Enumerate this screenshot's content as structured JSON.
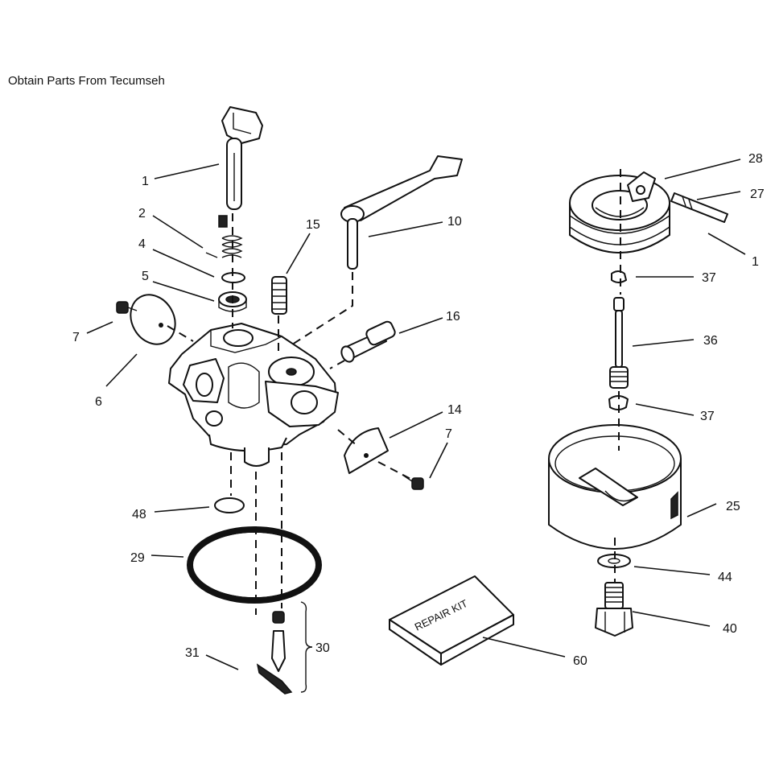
{
  "header": {
    "text": "Obtain Parts From Tecumseh"
  },
  "kit": {
    "label": "REPAIR KIT"
  },
  "callouts": [
    {
      "id": "c1a",
      "label": "1"
    },
    {
      "id": "c2",
      "label": "2"
    },
    {
      "id": "c4",
      "label": "4"
    },
    {
      "id": "c5",
      "label": "5"
    },
    {
      "id": "c7a",
      "label": "7"
    },
    {
      "id": "c6",
      "label": "6"
    },
    {
      "id": "c15",
      "label": "15"
    },
    {
      "id": "c10",
      "label": "10"
    },
    {
      "id": "c16",
      "label": "16"
    },
    {
      "id": "c14",
      "label": "14"
    },
    {
      "id": "c7b",
      "label": "7"
    },
    {
      "id": "c48",
      "label": "48"
    },
    {
      "id": "c29",
      "label": "29"
    },
    {
      "id": "c30",
      "label": "30"
    },
    {
      "id": "c31",
      "label": "31"
    },
    {
      "id": "c60",
      "label": "60"
    },
    {
      "id": "c28",
      "label": "28"
    },
    {
      "id": "c27",
      "label": "27"
    },
    {
      "id": "c1b",
      "label": "1"
    },
    {
      "id": "c37a",
      "label": "37"
    },
    {
      "id": "c36",
      "label": "36"
    },
    {
      "id": "c37b",
      "label": "37"
    },
    {
      "id": "c25",
      "label": "25"
    },
    {
      "id": "c44",
      "label": "44"
    },
    {
      "id": "c40",
      "label": "40"
    }
  ]
}
